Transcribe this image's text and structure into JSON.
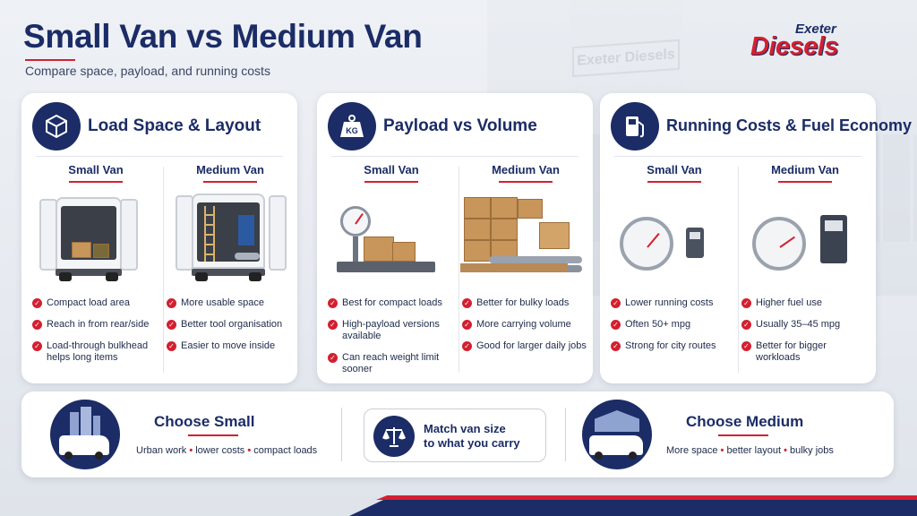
{
  "header": {
    "title": "Small Van vs Medium Van",
    "subtitle": "Compare space, payload, and running costs"
  },
  "logo": {
    "line1": "Exeter",
    "line2": "Diesels"
  },
  "background_sign": "Exeter Diesels",
  "colors": {
    "navy": "#1b2c66",
    "red": "#d32030",
    "card_bg": "#ffffff"
  },
  "cards": [
    {
      "title": "Load Space & Layout",
      "icon": "box-icon",
      "columns": [
        {
          "label": "Small Van",
          "bullets": [
            "Compact load area",
            "Reach in from rear/side",
            "Load-through bulkhead helps long items"
          ]
        },
        {
          "label": "Medium Van",
          "bullets": [
            "More usable space",
            "Better tool organisation",
            "Easier to move inside"
          ]
        }
      ]
    },
    {
      "title": "Payload vs Volume",
      "icon": "weight-icon",
      "icon_text": "KG",
      "columns": [
        {
          "label": "Small Van",
          "bullets": [
            "Best for compact loads",
            "High-payload versions available",
            "Can reach weight limit sooner"
          ]
        },
        {
          "label": "Medium Van",
          "bullets": [
            "Better for bulky loads",
            "More carrying volume",
            "Good for larger daily jobs"
          ]
        }
      ]
    },
    {
      "title": "Running Costs & Fuel Economy",
      "icon": "fuel-pump-icon",
      "columns": [
        {
          "label": "Small Van",
          "bullets": [
            "Lower running costs",
            "Often 50+ mpg",
            "Strong for city routes"
          ]
        },
        {
          "label": "Medium Van",
          "bullets": [
            "Higher fuel use",
            "Usually 35–45 mpg",
            "Better for bigger workloads"
          ]
        }
      ]
    }
  ],
  "bottom": {
    "small": {
      "title": "Choose Small",
      "points": [
        "Urban work",
        "lower costs",
        "compact loads"
      ]
    },
    "middle": {
      "line1": "Match van size",
      "line2": "to what you carry"
    },
    "medium": {
      "title": "Choose Medium",
      "points": [
        "More space",
        "better layout",
        "bulky jobs"
      ]
    },
    "separator": "•"
  }
}
